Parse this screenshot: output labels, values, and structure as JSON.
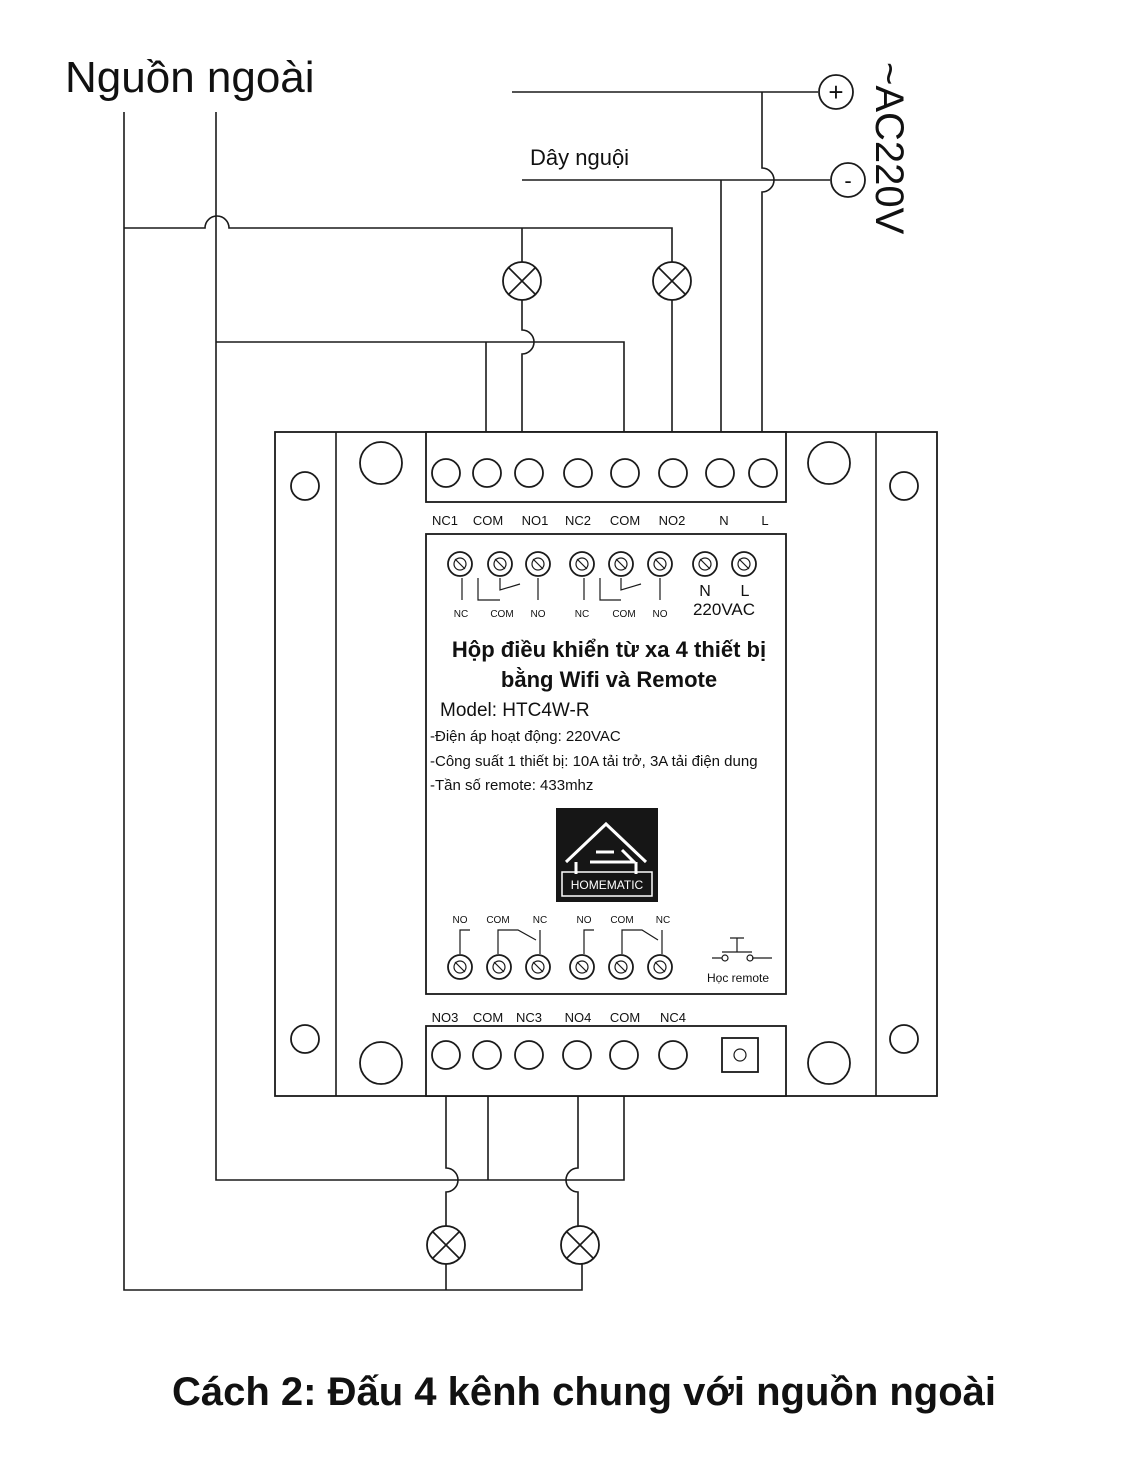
{
  "header": {
    "source_label": "Nguồn ngoài"
  },
  "power": {
    "voltage_label": "~AC220V",
    "plus_symbol": "+",
    "minus_symbol": "-",
    "neutral_label": "Dây nguội"
  },
  "top_terminals": [
    "NC1",
    "COM",
    "NO1",
    "NC2",
    "COM",
    "NO2",
    "N",
    "L"
  ],
  "bottom_terminals": [
    "NO3",
    "COM",
    "NC3",
    "NO4",
    "COM",
    "NC4"
  ],
  "label": {
    "top_small": [
      "NC",
      "COM",
      "NO",
      "NC",
      "COM",
      "NO"
    ],
    "n": "N",
    "l": "L",
    "voltage": "220VAC",
    "title_line1": "Hộp điều khiển từ xa 4 thiết bị",
    "title_line2": "bằng Wifi và Remote",
    "model": "Model: HTC4W-R",
    "spec1": "-Điện áp hoạt động: 220VAC",
    "spec2": "-Công suất 1 thiết bị: 10A tải trở, 3A tải điện dung",
    "spec3": "-Tần số remote: 433mhz",
    "brand": "HOMEMATIC",
    "bottom_small": [
      "NO",
      "COM",
      "NC",
      "NO",
      "COM",
      "NC"
    ],
    "learn_button": "Học remote"
  },
  "caption": "Cách 2: Đấu 4 kênh chung với nguồn ngoài"
}
